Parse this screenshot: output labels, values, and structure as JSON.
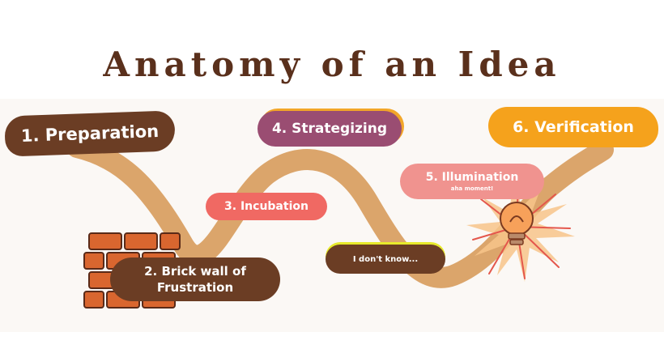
{
  "title": "Anatomy of an Idea",
  "stages": {
    "preparation": "1. Preparation",
    "brick_wall": "2. Brick wall of Frustration",
    "incubation": "3. Incubation",
    "strategizing": "4. Strategizing",
    "illumination": "5.  Illumination",
    "illumination_note": "aha moment!",
    "verification": "6. Verification",
    "dont_know": "I don't know..."
  },
  "colors": {
    "title": "#5a301c",
    "path": "#dba56b",
    "brown": "#6b3d24",
    "plum": "#9a4d72",
    "orange": "#f5a21c",
    "coral": "#f06963",
    "pink": "#f0938f",
    "brick": "#d9662f"
  },
  "icons": [
    "brick-wall-icon",
    "lightbulb-icon"
  ]
}
